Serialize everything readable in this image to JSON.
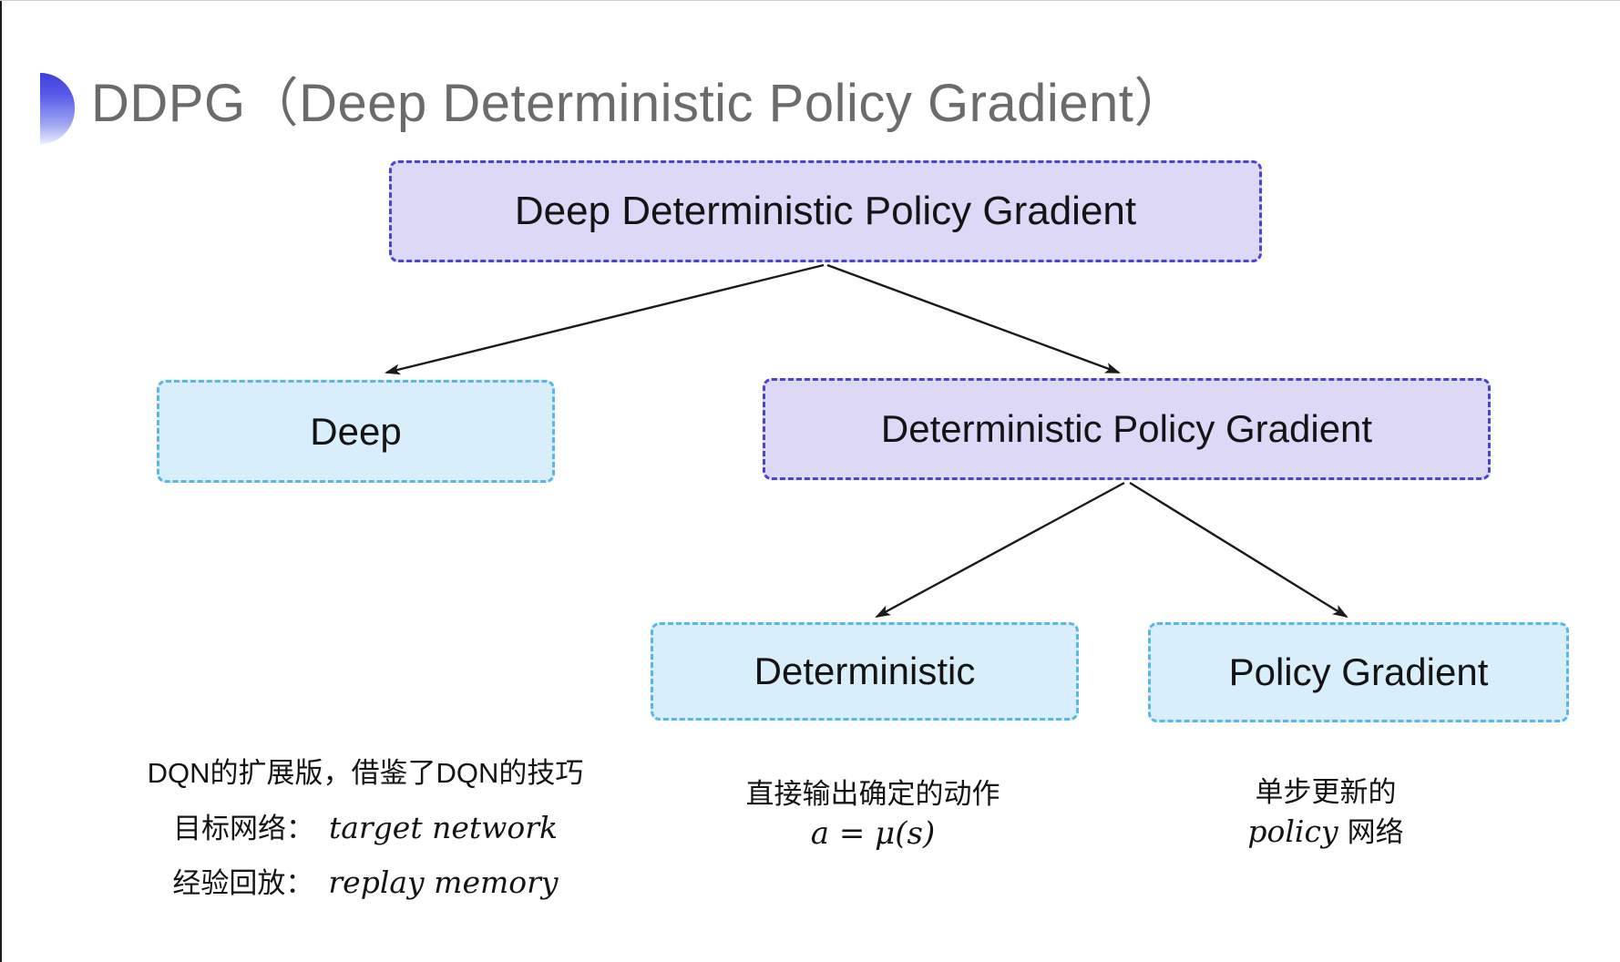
{
  "header": {
    "title": "DDPG（Deep Deterministic Policy Gradient）"
  },
  "tree": {
    "root": {
      "label": "Deep Deterministic Policy Gradient"
    },
    "children": [
      {
        "label": "Deep"
      },
      {
        "label": "Deterministic Policy Gradient"
      }
    ],
    "grandchildren": [
      {
        "label": "Deterministic"
      },
      {
        "label": "Policy Gradient"
      }
    ]
  },
  "annotations": {
    "deep_notes": {
      "line1": "DQN的扩展版，借鉴了DQN的技巧",
      "line2_label": "目标网络：",
      "line2_term": "target network",
      "line3_label": "经验回放：",
      "line3_term": "replay memory"
    },
    "deterministic_notes": {
      "line1": "直接输出确定的动作",
      "formula": "a = μ(s)"
    },
    "policy_notes": {
      "line1": "单步更新的",
      "line2_term": "policy",
      "line2_rest": "网络"
    }
  },
  "icons": {
    "bullet": "semicircle-bullet-icon"
  },
  "colors": {
    "lavender_fill": "#dcd8f6",
    "indigo_border": "#4a43d6",
    "cyan_fill": "#d9eefb",
    "cyan_border": "#57b7e9",
    "title_gray": "#6b6b6b",
    "arrow_black": "#1b1b1b",
    "text_black": "#141414"
  }
}
